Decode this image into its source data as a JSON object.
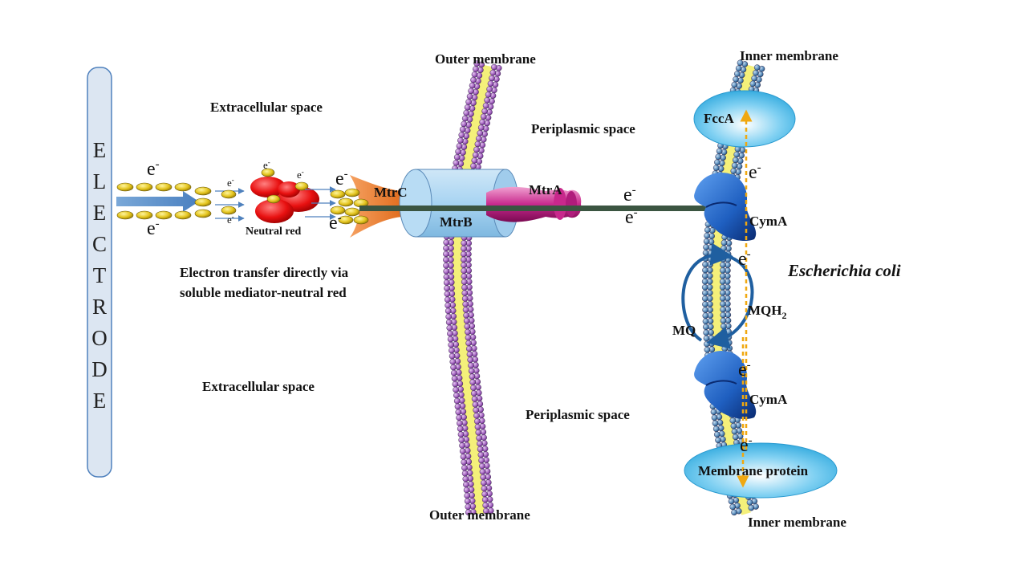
{
  "labels": {
    "electrode_letters": [
      "E",
      "L",
      "E",
      "C",
      "T",
      "R",
      "O",
      "D",
      "E"
    ],
    "outer_membrane_top": "Outer membrane",
    "outer_membrane_bottom": "Outer membrane",
    "inner_membrane_top": "Inner membrane",
    "inner_membrane_bottom": "Inner membrane",
    "extracellular_top": "Extracellular space",
    "extracellular_bottom": "Extracellular space",
    "periplasmic_top": "Periplasmic space",
    "periplasmic_bottom": "Periplasmic space",
    "mtrc": "MtrC",
    "mtrb": "MtrB",
    "mtra": "MtrA",
    "fcca": "FccA",
    "cyma_top": "CymA",
    "cyma_bottom": "CymA",
    "mq": "MQ",
    "mqh2_base": "MQH",
    "mqh2_sub": "2",
    "membrane_protein": "Membrane protein",
    "neutral_red": "Neutral red",
    "ecoli": "Escherichia coli",
    "transfer_line1": "Electron transfer directly via",
    "transfer_line2": "soluble mediator-neutral red",
    "e_base": "e",
    "e_sup": "-"
  },
  "colors": {
    "electrode_fill": "#dce6f2",
    "electrode_stroke": "#4f81bd",
    "electron": "#e2c21a",
    "neutral_red": "#e81010",
    "mtrc": "#ec7b2e",
    "mtrb": "#a8d4f2",
    "mtra": "#c8288c",
    "wire": "#3b5541",
    "outer_bead": "#8a4aa8",
    "inner_bead": "#4a7fb0",
    "membrane_core": "#f4f07a",
    "fcca": "#3db3e6",
    "cyma": "#1f5fc0",
    "dashed_arrow": "#f0a810"
  }
}
